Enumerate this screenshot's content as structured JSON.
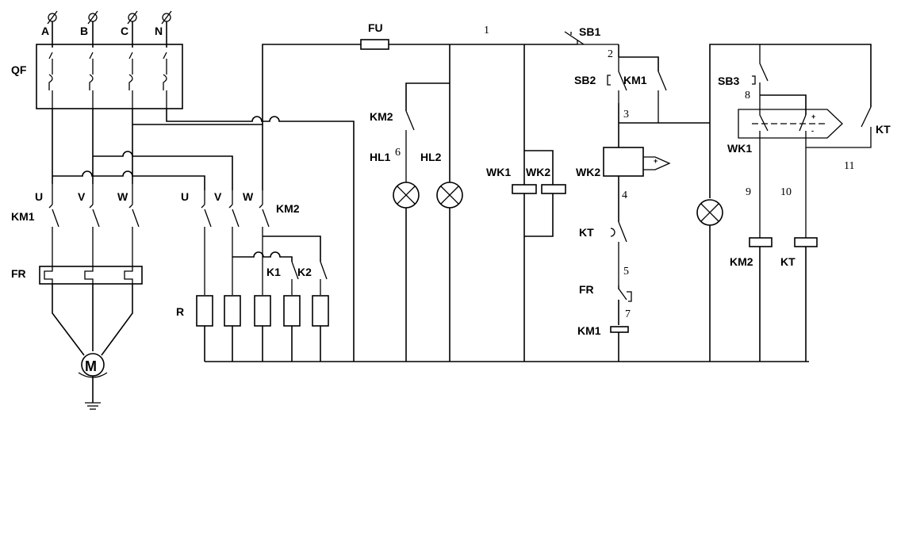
{
  "terminals": {
    "a": "A",
    "b": "B",
    "c": "C",
    "n": "N"
  },
  "breaker": "QF",
  "phases": {
    "u": "U",
    "v": "V",
    "w": "W"
  },
  "contactors": {
    "km1": "KM1",
    "km2": "KM2"
  },
  "relay": "FR",
  "motor": "M",
  "heater_label": "R",
  "aux_contacts": {
    "k1": "K1",
    "k2": "K2"
  },
  "fuse": "FU",
  "lamps": {
    "hl1": "HL1",
    "hl2": "HL2"
  },
  "thermostats": {
    "wk1": "WK1",
    "wk2": "WK2"
  },
  "buttons": {
    "sb1": "SB1",
    "sb2": "SB2",
    "sb3": "SB3"
  },
  "timer": "KT",
  "nodes": [
    "1",
    "2",
    "3",
    "4",
    "5",
    "6",
    "7",
    "8",
    "9",
    "10",
    "11"
  ]
}
